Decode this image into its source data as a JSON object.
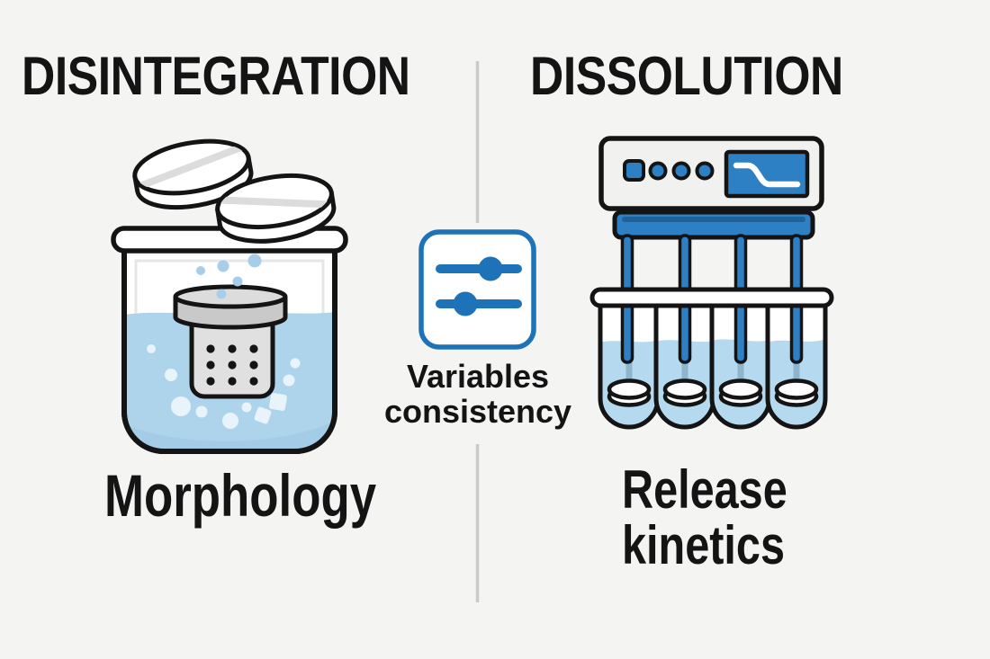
{
  "left_panel": {
    "heading": "DISINTEGRATION",
    "caption": "Morphology",
    "illustration": "disintegration-basket-in-beaker"
  },
  "right_panel": {
    "heading": "DISSOLUTION",
    "caption_line1": "Release",
    "caption_line2": "kinetics",
    "illustration": "dissolution-test-apparatus"
  },
  "center": {
    "icon": "sliders-icon",
    "label_line1": "Variables",
    "label_line2": "consistency"
  },
  "colors": {
    "bg": "#f4f4f2",
    "ink": "#141414",
    "machine_blue": "#2e80c4",
    "icon_blue": "#1d72b8",
    "water": "#aed4ec",
    "vessel_liquid": "#b5d9ef",
    "bubble": "#a6cdea",
    "particle": "#e9f3fb",
    "divider": "#cbcbcb"
  }
}
